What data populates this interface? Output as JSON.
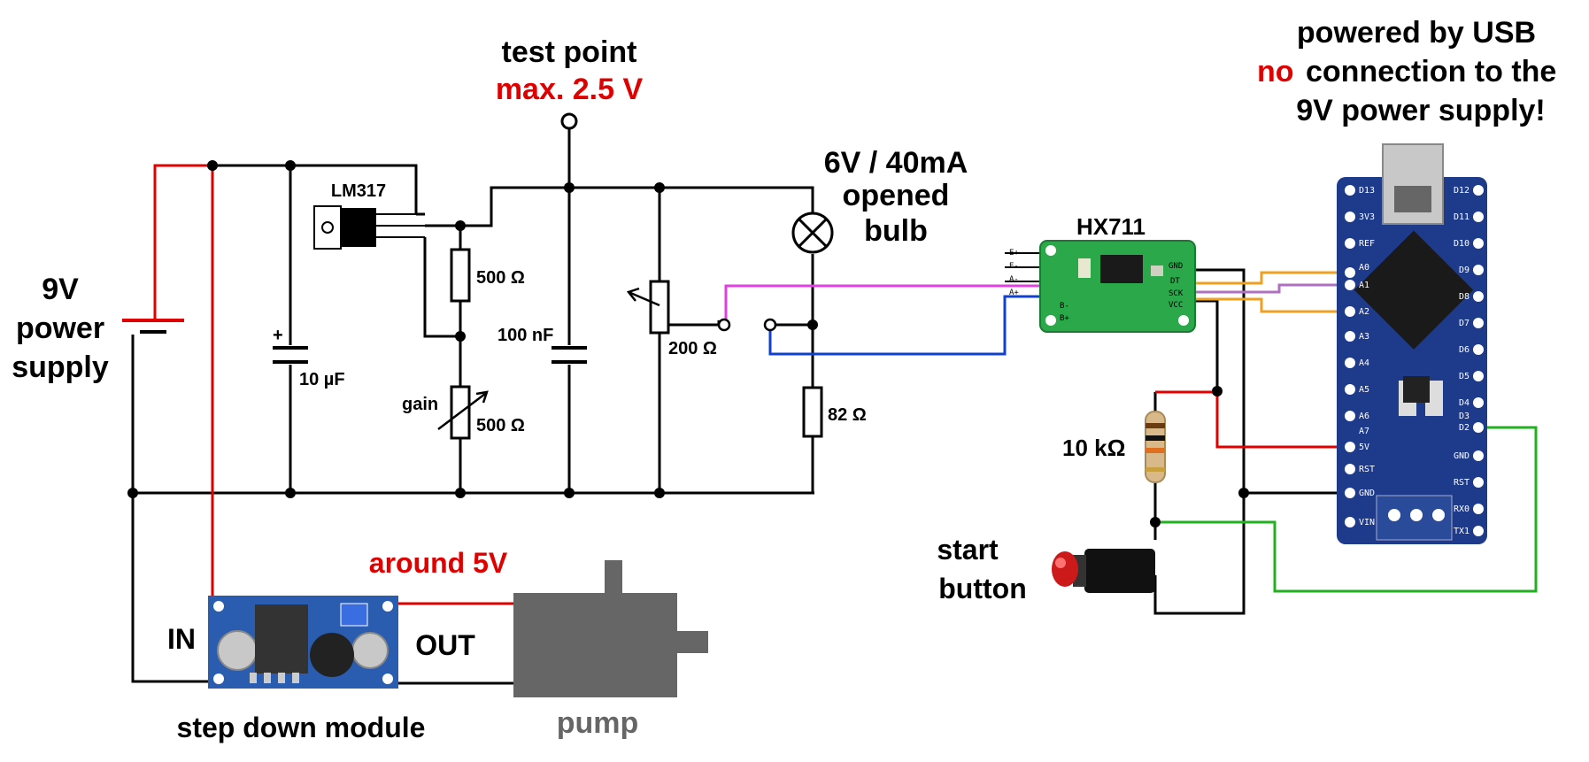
{
  "labels": {
    "test_point": "test point",
    "max_voltage": "max. 2.5 V",
    "powered_by_usb": "powered by USB",
    "no_word": "no",
    "connection_to_the": "connection to the",
    "supply_warning": "9V power supply!",
    "power_9v": "9V",
    "power_word": "power",
    "supply_word": "supply",
    "lm317": "LM317",
    "r500_top": "500 Ω",
    "cap_100nf": "100 nF",
    "cap_10uf": "10 µF",
    "cap_plus": "+",
    "gain": "gain",
    "r500_gain": "500 Ω",
    "pot_200": "200 Ω",
    "bulb_spec": "6V / 40mA",
    "bulb_opened": "opened",
    "bulb_word": "bulb",
    "r82": "82 Ω",
    "hx711": "HX711",
    "r10k": "10 kΩ",
    "start": "start",
    "button": "button",
    "around_5v": "around 5V",
    "in": "IN",
    "out": "OUT",
    "step_down": "step down module",
    "pump": "pump"
  },
  "hx711_pins_left": [
    "E+",
    "E-",
    "A-",
    "A+",
    "B-",
    "B+"
  ],
  "hx711_pins_right": [
    "GND",
    "DT",
    "SCK",
    "VCC"
  ],
  "nano_pins_top": [
    "D13",
    "3V3",
    "REF",
    "A0",
    "A1",
    "A2",
    "A3",
    "A4",
    "A5",
    "A6",
    "A7",
    "5V",
    "RST",
    "GND",
    "VIN"
  ],
  "nano_pins_bottom": [
    "D12",
    "D11",
    "D10",
    "D9",
    "D8",
    "D7",
    "D6",
    "D5",
    "D4",
    "D3",
    "D2",
    "GND",
    "RST",
    "RX0",
    "TX1"
  ],
  "colors": {
    "wire": "#000000",
    "power_wire": "#e00000",
    "highlight_text": "#e00000",
    "magenta_wire": "#e040e0",
    "blue_wire": "#1040d0",
    "green_wire": "#20b020",
    "orange_wire": "#f0a020",
    "violet_wire": "#b070c0",
    "pump_gray": "#666666",
    "pcb_green": "#2aa84a",
    "nano_blue": "#1e3a8a",
    "module_blue": "#2a5db0"
  }
}
